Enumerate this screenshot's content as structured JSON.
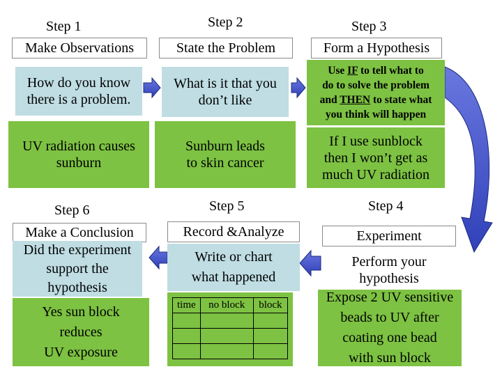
{
  "step1": {
    "label": "Step 1",
    "title": "Make Observations",
    "question": [
      "How do you know",
      "there is a problem."
    ],
    "example": [
      "UV radiation causes",
      "sunburn"
    ]
  },
  "step2": {
    "label": "Step 2",
    "title": "State the Problem",
    "question": [
      "What is it that you",
      "don’t like"
    ],
    "example": [
      "Sunburn leads",
      "to skin cancer"
    ]
  },
  "step3": {
    "label": "Step 3",
    "title": "Form a Hypothesis",
    "question": {
      "line1_pre": "Use ",
      "line1_kw": "IF",
      "line1_post": " to tell what to",
      "line2": "do to solve the problem",
      "line3_pre": "and ",
      "line3_kw": "THEN",
      "line3_post": " to state what",
      "line4": "you think will happen"
    },
    "example": [
      "If I use sunblock",
      "then I won’t get as",
      "much UV radiation"
    ]
  },
  "step4": {
    "label": "Step 4",
    "title": "Experiment",
    "question": [
      "Perform your",
      "hypothesis"
    ],
    "example": [
      "Expose 2 UV sensitive",
      "beads to UV after",
      "coating one bead",
      "with sun block"
    ]
  },
  "step5": {
    "label": "Step 5",
    "title": "Record &Analyze",
    "question": [
      "Write or chart",
      "what happened"
    ],
    "table_headers": [
      "time",
      "no block",
      "block"
    ],
    "table_rows": 3
  },
  "step6": {
    "label": "Step 6",
    "title": "Make a Conclusion",
    "question": [
      "Did the experiment",
      "support the",
      "hypothesis"
    ],
    "example": [
      "Yes sun block",
      "reduces",
      "UV exposure"
    ]
  },
  "colors": {
    "question_fill": "#bfdde3",
    "example_fill": "#7dc242",
    "arrow_fill": "#4a5ad0",
    "arrow_stroke": "#1b2a7e"
  }
}
